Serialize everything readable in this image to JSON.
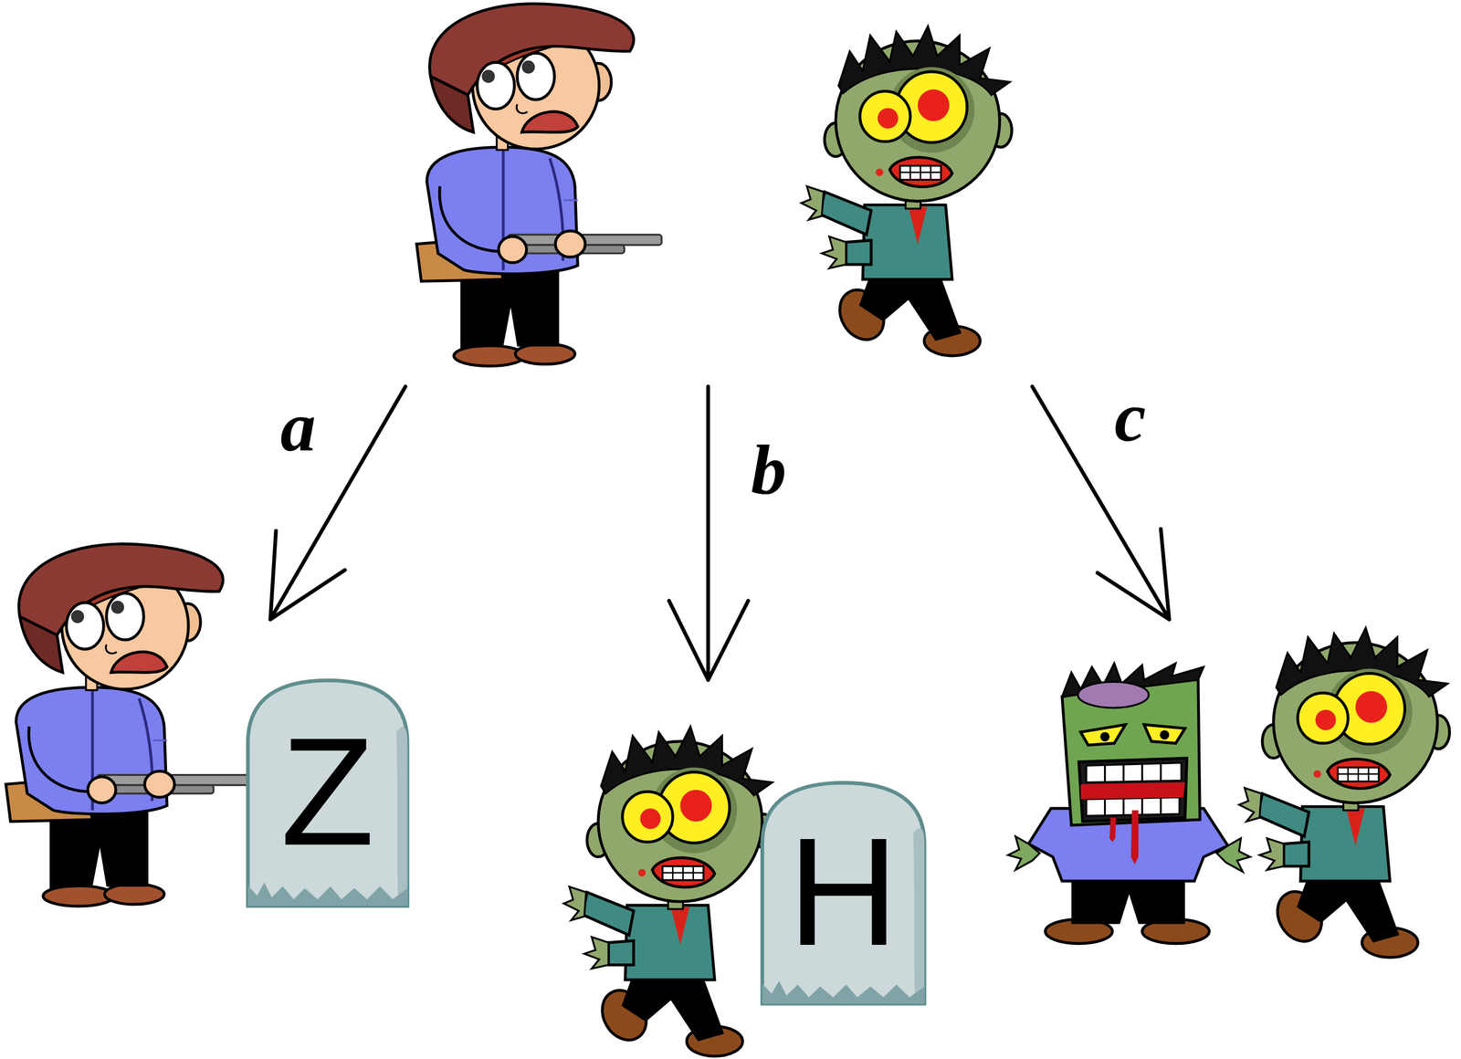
{
  "diagram": {
    "nodes": [
      {
        "text": [
          "Z"
        ]
      },
      {
        "text": [
          "H"
        ]
      }
    ],
    "labels": [
      "a",
      "b",
      "c"
    ]
  }
}
